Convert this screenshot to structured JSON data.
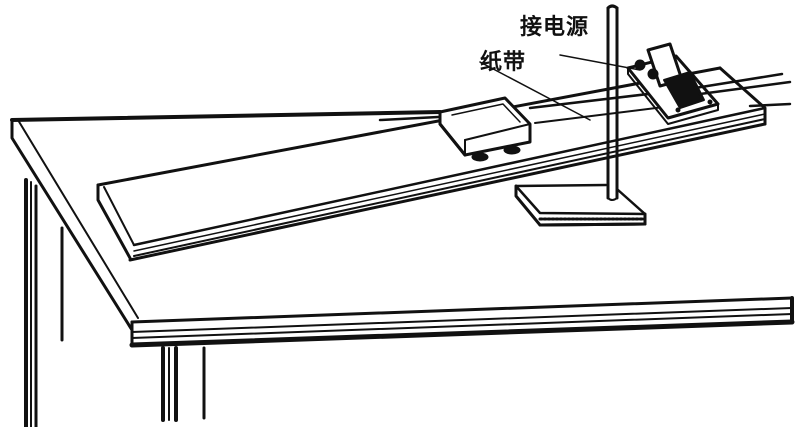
{
  "diagram": {
    "type": "physics-apparatus-line-drawing",
    "labels": {
      "power_supply": "接电源",
      "paper_tape": "纸带"
    },
    "components": [
      "table",
      "inclined-board",
      "cart",
      "paper-tape",
      "ticker-timer",
      "retort-stand",
      "power-wires"
    ],
    "colors": {
      "ink": "#111111",
      "paper": "#ffffff"
    }
  }
}
